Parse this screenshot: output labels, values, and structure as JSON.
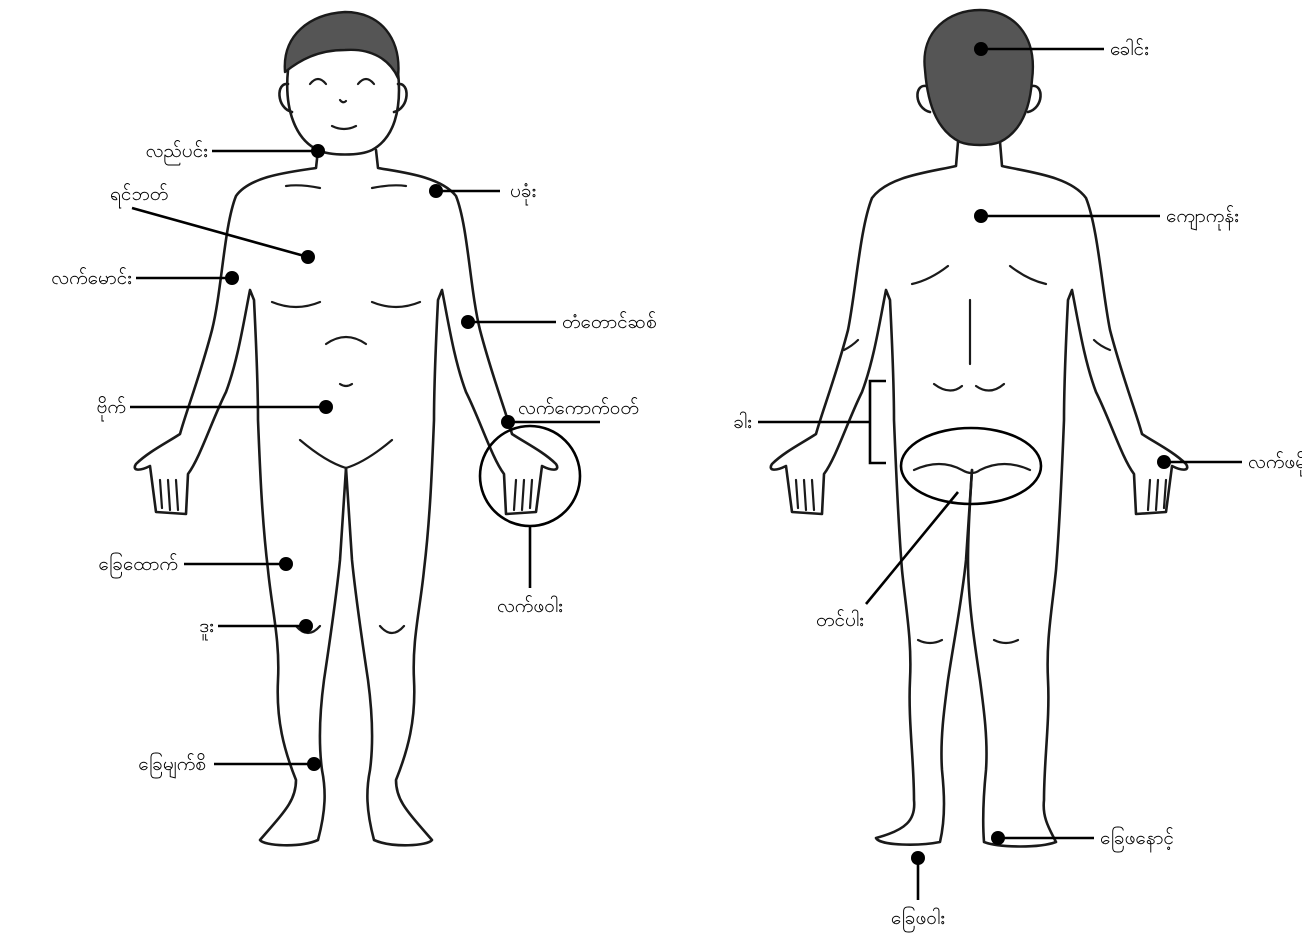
{
  "front": {
    "labels": {
      "chin": "လည်ပင်း",
      "chest": "ရင်ဘတ်",
      "upper_arm": "လက်မောင်း",
      "belly": "ဗိုက်",
      "thigh": "ခြေထောက်",
      "knee": "ဒူး",
      "shin": "ခြေမျက်စိ",
      "shoulder": "ပခုံး",
      "forearm": "တံတောင်ဆစ်",
      "wrist": "လက်ကောက်ဝတ်",
      "palm": "လက်ဖဝါး"
    }
  },
  "back": {
    "labels": {
      "head": "ခေါင်း",
      "back": "ကျောကုန်း",
      "hip": "ခါး",
      "back_of_hand": "လက်ဖမိုး",
      "buttocks": "တင်ပါး",
      "heel": "ခြေဖနောင့်",
      "sole": "ခြေဖဝါး"
    }
  },
  "colors": {
    "line": "#1a1a1a",
    "hair": "#555555",
    "background": "#ffffff"
  }
}
